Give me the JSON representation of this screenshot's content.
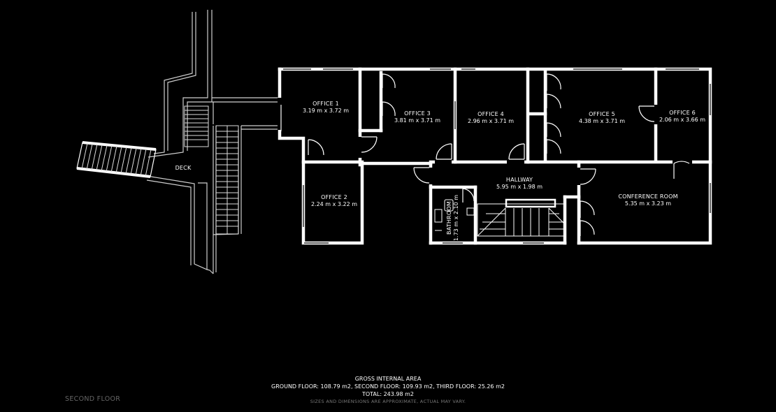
{
  "floor_name": "SECOND FLOOR",
  "rooms": [
    {
      "id": "office-1",
      "name": "OFFICE 1",
      "dims": "3.19 m x 3.72 m"
    },
    {
      "id": "office-2",
      "name": "OFFICE 2",
      "dims": "2.24 m x 3.22 m"
    },
    {
      "id": "office-3",
      "name": "OFFICE 3",
      "dims": "3.81 m x 3.71 m"
    },
    {
      "id": "office-4",
      "name": "OFFICE 4",
      "dims": "2.96 m x 3.71 m"
    },
    {
      "id": "office-5",
      "name": "OFFICE 5",
      "dims": "4.38 m x 3.71 m"
    },
    {
      "id": "office-6",
      "name": "OFFICE 6",
      "dims": "2.06 m x 3.66 m"
    },
    {
      "id": "hallway",
      "name": "HALLWAY",
      "dims": "5.95 m x 1.98 m"
    },
    {
      "id": "conference-room",
      "name": "CONFERENCE ROOM",
      "dims": "5.35 m x 3.23 m"
    },
    {
      "id": "bathroom",
      "name": "BATHROOM",
      "dims": "1.73 m x 2.10 m"
    },
    {
      "id": "deck",
      "name": "DECK",
      "dims": ""
    }
  ],
  "area": {
    "heading": "GROSS INTERNAL AREA",
    "breakdown": "GROUND FLOOR: 108.79 m2, SECOND FLOOR: 109.93 m2, THIRD FLOOR: 25.26 m2",
    "total": "TOTAL: 243.98 m2",
    "disclaimer": "SIZES AND DIMENSIONS ARE APPROXIMATE, ACTUAL MAY VARY."
  },
  "colors": {
    "background": "#000000",
    "walls": "#ffffff",
    "thin_lines": "#cfcfcf",
    "footer_muted": "#666666"
  }
}
